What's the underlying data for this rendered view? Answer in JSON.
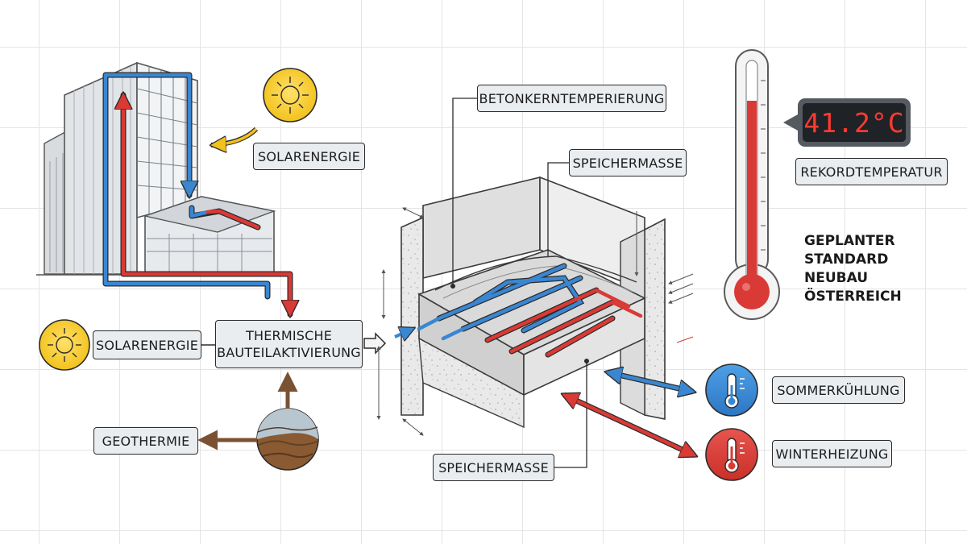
{
  "labels": {
    "solarenergie_top": "SOLARENERGIE",
    "solarenergie_left": "SOLARENERGIE",
    "tba_line1": "THERMISCHE",
    "tba_line2": "BAUTEILAKTIVIERUNG",
    "geothermie": "GEOTHERMIE",
    "betonkern": "BETONKERNTEMPERIERUNG",
    "speichermasse_top": "SPEICHERMASSE",
    "speichermasse_bottom": "SPEICHERMASSE",
    "rekordtemperatur": "REKORDTEMPERATUR",
    "sommerkuehlung": "SOMMERKÜHLUNG",
    "winterheizung": "WINTERHEIZUNG"
  },
  "display": {
    "value": "41.2°C"
  },
  "standard": {
    "line1": "GEPLANTER",
    "line2": "STANDARD",
    "line3": "NEUBAU",
    "line4": "ÖSTERREICH"
  },
  "colors": {
    "hot": "#d93a35",
    "cold": "#3a86d1",
    "sun": "#f4cc2c",
    "earth": "#8a5a32",
    "outline": "#2b2b2b",
    "label_bg": "#eaedf0"
  },
  "icons": [
    "sun-icon",
    "thermometer-icon",
    "snowflake-thermometer-icon",
    "earth-globe-icon"
  ]
}
